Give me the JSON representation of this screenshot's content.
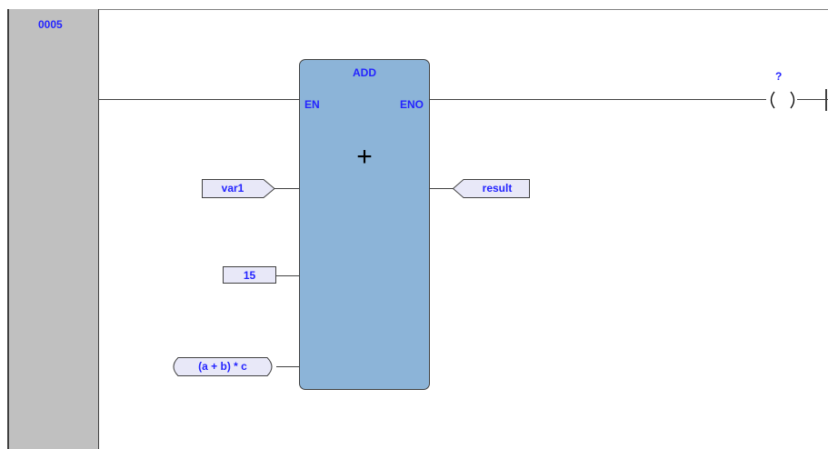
{
  "rung": {
    "number": "0005"
  },
  "block": {
    "name": "ADD",
    "en_label": "EN",
    "eno_label": "ENO",
    "operator": "+"
  },
  "inputs": {
    "in1": "var1",
    "in2": "15",
    "in3": "(a + b) * c"
  },
  "output": {
    "out1": "result"
  },
  "coil": {
    "label": "?"
  },
  "colors": {
    "block_fill": "#8cb4d8",
    "label_text": "#2424ff",
    "gutter": "#c0c0c0",
    "var_fill": "#e8e8f8"
  }
}
